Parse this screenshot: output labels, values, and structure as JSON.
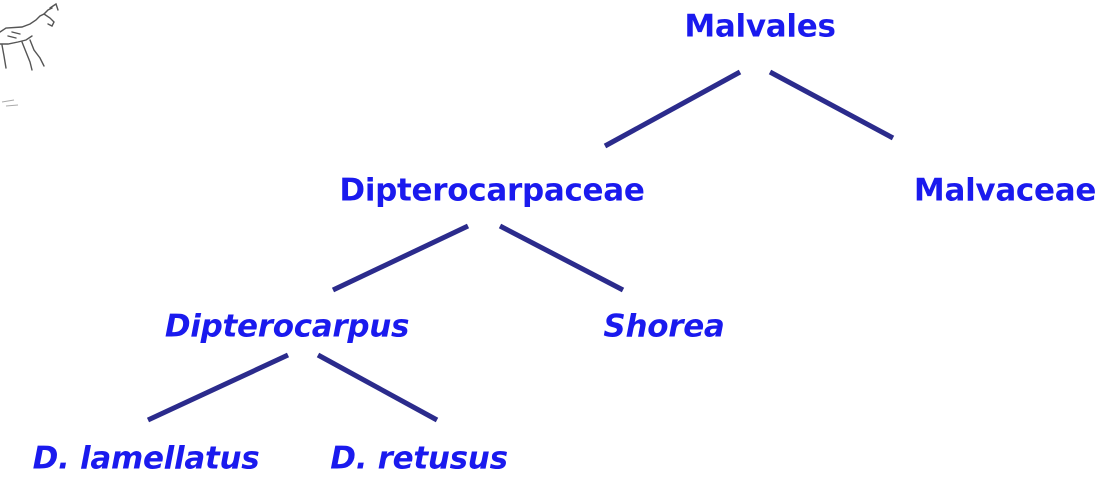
{
  "colors": {
    "label": "#1a1aee",
    "edge": "#2b2b8c",
    "logo": "#555555"
  },
  "logo_icon": "goat-sketch-icon",
  "tree": {
    "order": "Malvales",
    "family_1": "Dipterocarpaceae",
    "family_2": "Malvaceae",
    "genus_1": "Dipterocarpus",
    "genus_2": "Shorea",
    "species_1": "D. lamellatus",
    "species_2": "D. retusus"
  }
}
